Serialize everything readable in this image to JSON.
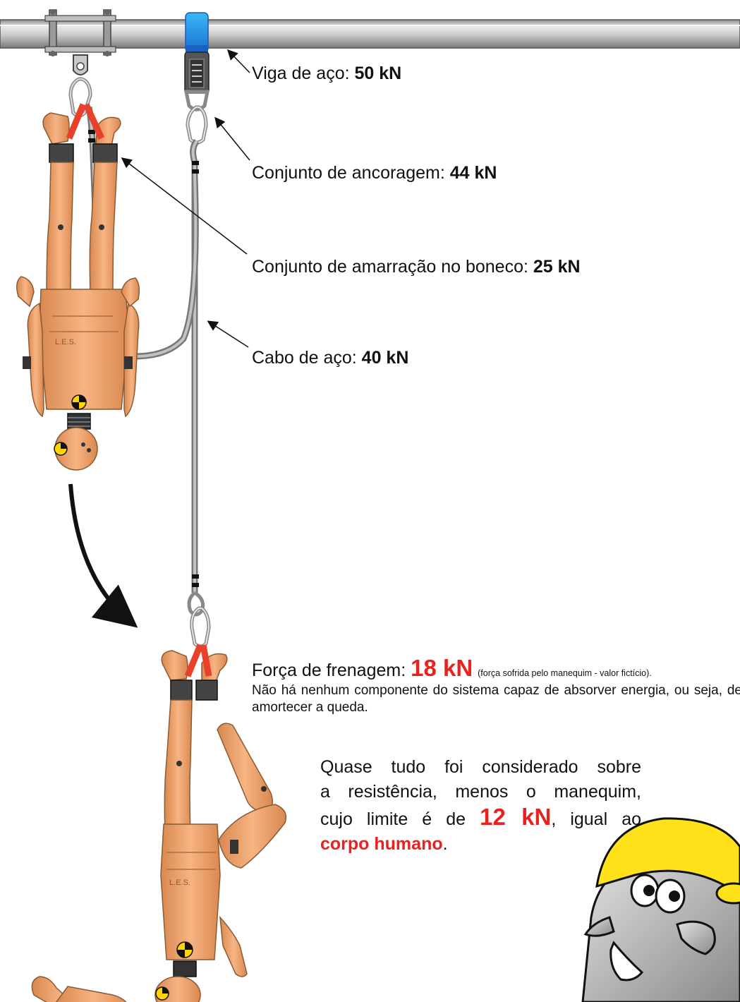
{
  "labels": {
    "viga": {
      "text": "Viga de aço: ",
      "value": "50 kN"
    },
    "ancoragem": {
      "text": "Conjunto de ancoragem: ",
      "value": "44 kN"
    },
    "amarracao": {
      "text": "Conjunto de amarração no boneco: ",
      "value": "25 kN"
    },
    "cabo": {
      "text": "Cabo de aço: ",
      "value": "40 kN"
    }
  },
  "frenagem": {
    "label": "Força de frenagem: ",
    "value": "18 kN",
    "note": "(força sofrida pelo manequim - valor fictício)."
  },
  "nota": "Não há nenhum componente do sistema capaz de absorver energia, ou seja, de amortecer a queda.",
  "quase": {
    "line1": "Quase tudo foi considerado sobre",
    "line2": "a resistência, menos o manequim,",
    "line3_a": "cujo limite é de ",
    "line3_value": "12 kN",
    "line3_b": ", igual ao",
    "line4_red": "corpo humano",
    "line4_end": "."
  },
  "dummy": {
    "chest_text": "L.E.S."
  },
  "colors": {
    "skin": "#f2a672",
    "skin_dark": "#c97a45",
    "strap_red": "#e8402a",
    "cable": "#9a9a9a",
    "beam": "#b9b9b9",
    "anchor_blue": "#2f8fe0",
    "helmet": "#ffe21a",
    "red_text": "#e8231f"
  }
}
